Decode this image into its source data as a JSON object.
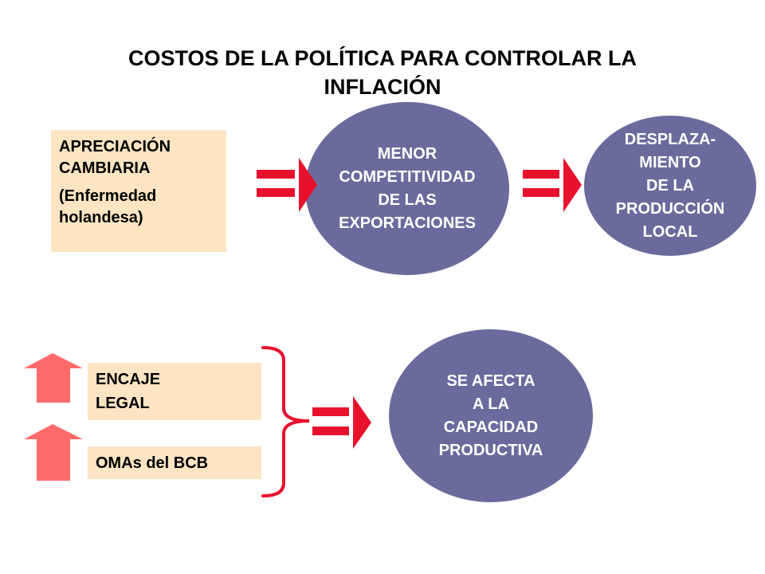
{
  "title": {
    "line1": "COSTOS DE LA POLÍTICA PARA CONTROLAR LA",
    "line2": "INFLACIÓN"
  },
  "box_apreciacion": {
    "line1": "APRECIACIÓN",
    "line2": "CAMBIARIA",
    "line3": "(Enfermedad",
    "line4": "holandesa)"
  },
  "ellipse_menor": {
    "line1": "MENOR",
    "line2": "COMPETITIVIDAD",
    "line3": "DE LAS",
    "line4": "EXPORTACIONES"
  },
  "ellipse_desplaza": {
    "line1": "DESPLAZA-",
    "line2": "MIENTO",
    "line3": "DE LA",
    "line4": "PRODUCCIÓN",
    "line5": "LOCAL"
  },
  "box_encaje": {
    "line1": "ENCAJE",
    "line2": "LEGAL"
  },
  "box_omas": {
    "label": "OMAs del BCB"
  },
  "ellipse_afecta": {
    "line1": "SE AFECTA",
    "line2": "A LA",
    "line3": "CAPACIDAD",
    "line4": "PRODUCTIVA"
  },
  "colors": {
    "box_fill": "#fde4c2",
    "ellipse_fill": "#6a6b9c",
    "arrow_red": "#e8112d",
    "up_arrow_fill": "#ff6b6b"
  },
  "icons": [
    "implies-arrow-icon",
    "up-arrow-icon",
    "curly-brace-icon"
  ]
}
